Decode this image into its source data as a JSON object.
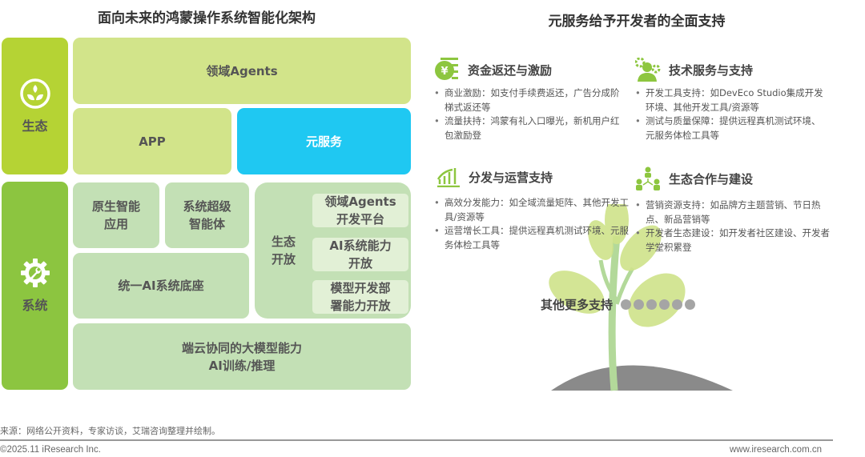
{
  "left": {
    "title": "面向未来的鸿蒙操作系统智能化架构",
    "eco_label": "生态",
    "sys_label": "系统",
    "agents": "领域Agents",
    "app": "APP",
    "meta_service": "元服务",
    "native_app": [
      "原生智能",
      "应用"
    ],
    "super_agent": [
      "系统超级",
      "智能体"
    ],
    "ai_base": "统一AI系统底座",
    "eco_open": [
      "生态",
      "开放"
    ],
    "open_items": [
      [
        "领域Agents",
        "开发平台"
      ],
      [
        "AI系统能力",
        "开放"
      ],
      [
        "模型开发部",
        "署能力开放"
      ]
    ],
    "cloud": [
      "端云协同的大模型能力",
      "AI训练/推理"
    ]
  },
  "right": {
    "title": "元服务给予开发者的全面支持",
    "sections": [
      {
        "title": "资金返还与激励",
        "icon": "yuan-coin-icon",
        "items": [
          "商业激励：如支付手续费返还，广告分成阶梯式返还等",
          "流量扶持：鸿蒙有礼入口曝光，新机用户红包激励登"
        ]
      },
      {
        "title": "技术服务与支持",
        "icon": "person-gears-icon",
        "items": [
          "开发工具支持：如DevEco Studio集成开发环境、其他开发工具/资源等",
          "测试与质量保障：提供远程真机测试环境、元服务体检工具等"
        ]
      },
      {
        "title": "分发与运营支持",
        "icon": "growth-chart-icon",
        "items": [
          "高效分发能力：如全域流量矩阵、其他开发工具/资源等",
          "运营增长工具：提供远程真机测试环境、元服务体检工具等"
        ]
      },
      {
        "title": "生态合作与建设",
        "icon": "team-network-icon",
        "items": [
          "营销资源支持：如品牌方主题营销、节日热点、新品营销等",
          "开发者生态建设：如开发者社区建设、开发者学堂积累登"
        ]
      }
    ],
    "more": "其他更多支持"
  },
  "footer": {
    "source": "来源：网络公开资料，专家访谈，艾瑞咨询整理并绘制。",
    "copyright": "©2025.11 iResearch Inc.",
    "site": "www.iresearch.com.cn"
  },
  "colors": {
    "eco": "#b5d334",
    "eco_light": "#d2e48a",
    "cyan": "#1fc8f2",
    "sys": "#8cc540",
    "sys_light": "#c3e0b5"
  }
}
